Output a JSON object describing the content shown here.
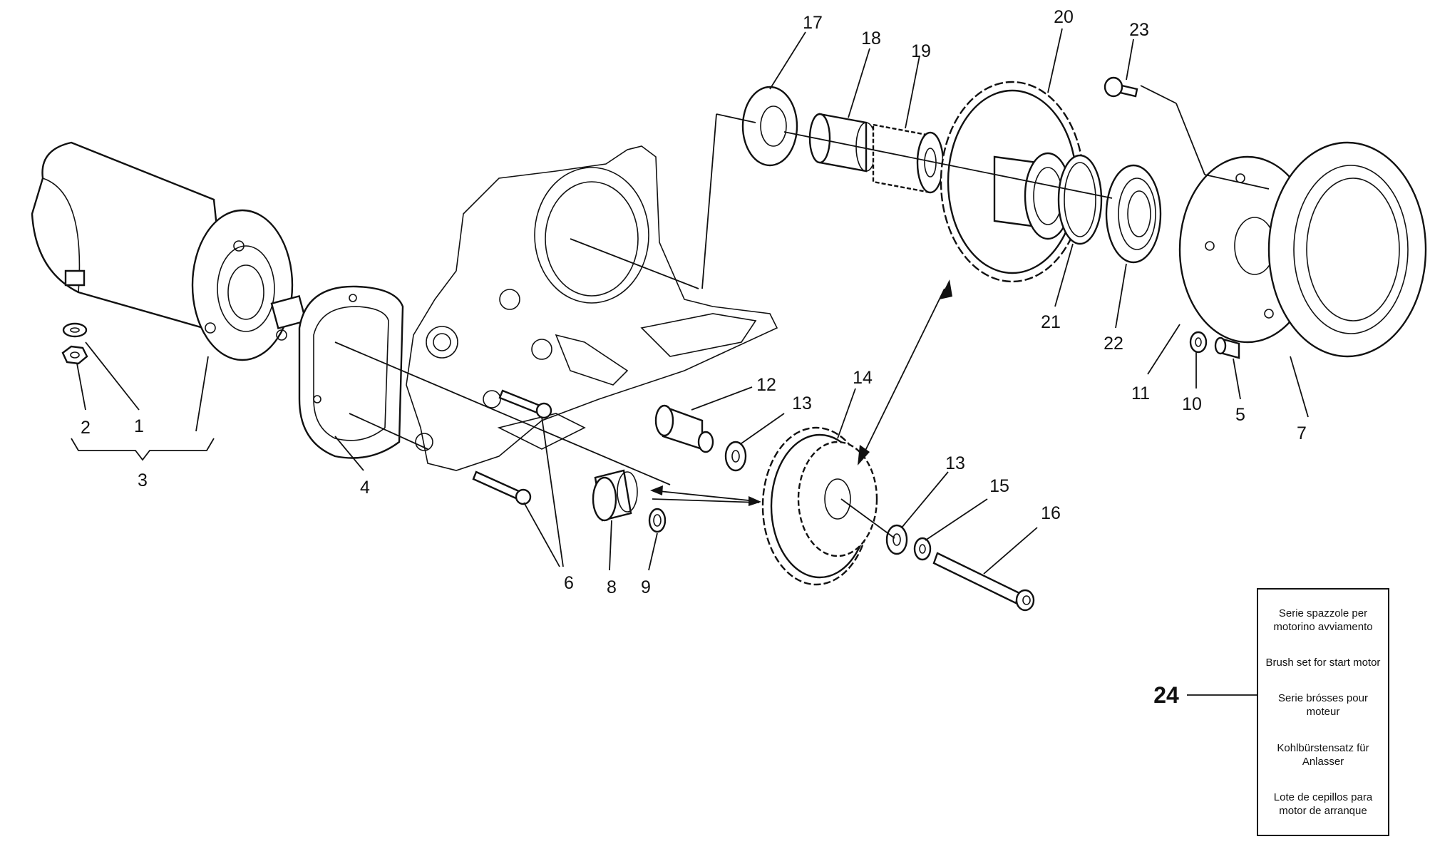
{
  "callouts": [
    {
      "id": "c1",
      "text": "1"
    },
    {
      "id": "c2",
      "text": "2"
    },
    {
      "id": "c3",
      "text": "3"
    },
    {
      "id": "c4",
      "text": "4"
    },
    {
      "id": "c5",
      "text": "5"
    },
    {
      "id": "c6",
      "text": "6"
    },
    {
      "id": "c7",
      "text": "7"
    },
    {
      "id": "c8",
      "text": "8"
    },
    {
      "id": "c9",
      "text": "9"
    },
    {
      "id": "c10",
      "text": "10"
    },
    {
      "id": "c11",
      "text": "11"
    },
    {
      "id": "c12",
      "text": "12"
    },
    {
      "id": "c13a",
      "text": "13"
    },
    {
      "id": "c13b",
      "text": "13"
    },
    {
      "id": "c14",
      "text": "14"
    },
    {
      "id": "c15",
      "text": "15"
    },
    {
      "id": "c16",
      "text": "16"
    },
    {
      "id": "c17",
      "text": "17"
    },
    {
      "id": "c18",
      "text": "18"
    },
    {
      "id": "c19",
      "text": "19"
    },
    {
      "id": "c20",
      "text": "20"
    },
    {
      "id": "c21",
      "text": "21"
    },
    {
      "id": "c22",
      "text": "22"
    },
    {
      "id": "c23",
      "text": "23"
    },
    {
      "id": "c24",
      "text": "24"
    }
  ],
  "legend": {
    "entries": [
      "Serie spazzole per motorino avviamento",
      "Brush set for start motor",
      "Serie brósses pour moteur",
      "Kohlbürstensatz für Anlasser",
      "Lote de cepillos para motor de arranque"
    ]
  }
}
